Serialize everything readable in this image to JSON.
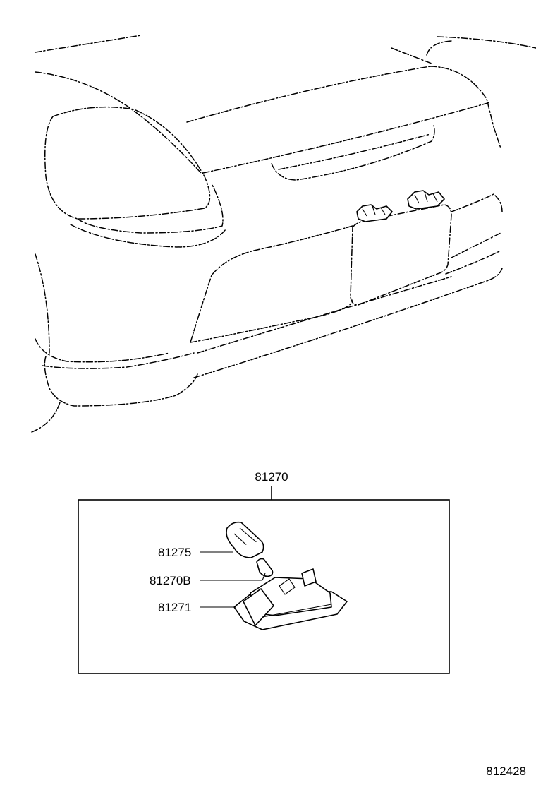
{
  "labels": {
    "assembly": "81270",
    "bulb_socket": "81275",
    "bulb": "81270B",
    "lamp_housing": "81271",
    "diagram_number": "812428"
  }
}
